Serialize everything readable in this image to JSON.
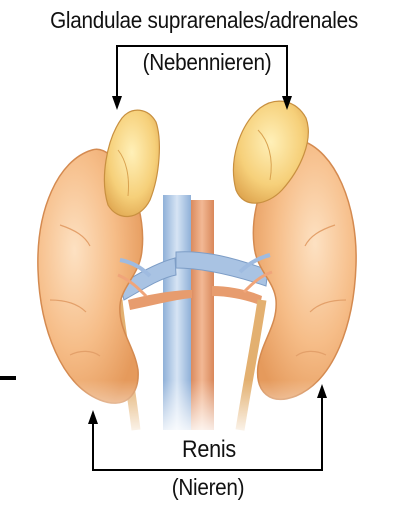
{
  "labels": {
    "adrenal_title": "Glandulae suprarenales/adrenales",
    "adrenal_subtitle": "(Nebennieren)",
    "kidney_title": "Renis",
    "kidney_subtitle": "(Nieren)"
  },
  "colors": {
    "kidney": "#f2b47c",
    "kidney_highlight": "#fbdab8",
    "kidney_shadow": "#d88a4e",
    "adrenal": "#f0c060",
    "adrenal_highlight": "#fde7a0",
    "vein": "#aac4e0",
    "vein_shadow": "#7fa0c8",
    "aorta": "#e69a6c",
    "line": "#000000"
  }
}
